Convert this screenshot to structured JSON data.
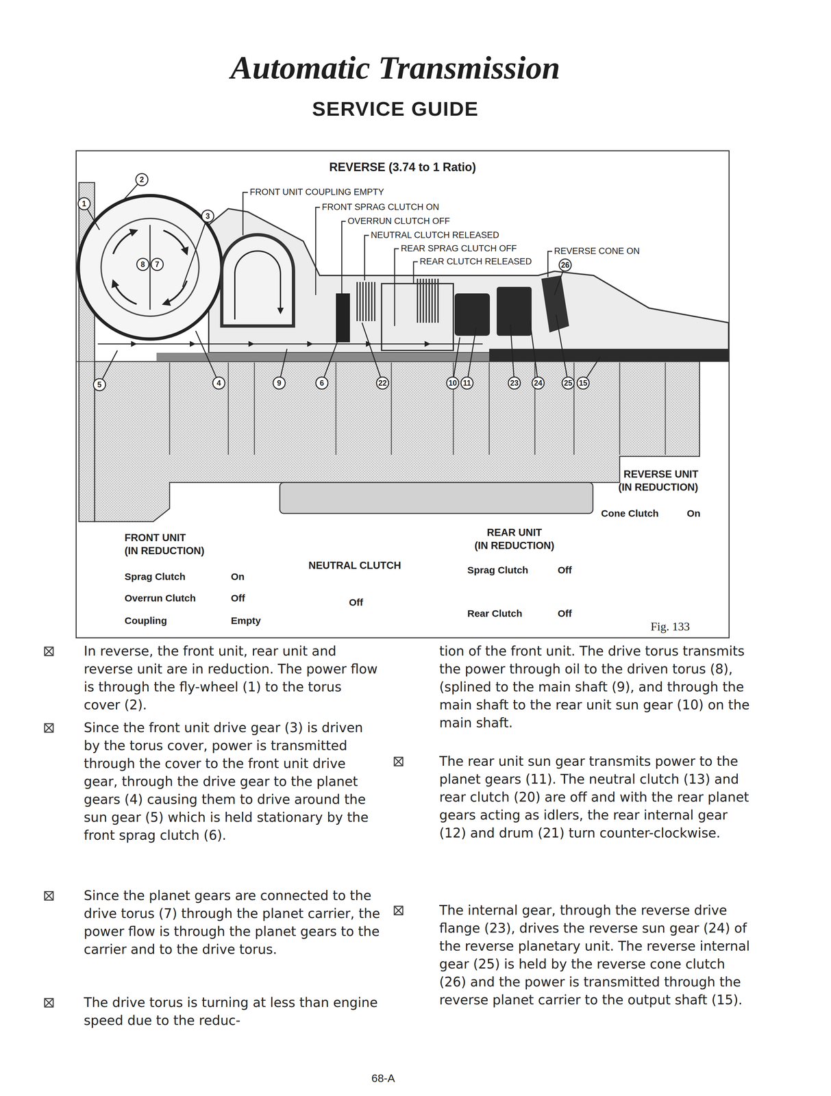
{
  "diagram": {
    "title": "Automatic Transmission",
    "caption": "Fig. 133",
    "nodes": [
      {
        "text": [
          "REVERSE (3.74 to 1 Ratio)"
        ]
      },
      {
        "text": [
          "2"
        ],
        "in": 0
      },
      {
        "text": [
          "1"
        ],
        "in": 0
      },
      {
        "text": [
          "3"
        ],
        "in": 0
      },
      {
        "text": [
          "8"
        ],
        "in": 0
      },
      {
        "text": [
          "7"
        ],
        "in": 0
      },
      {
        "text": [
          "26"
        ],
        "in": 0
      },
      {
        "text": [
          "5"
        ],
        "in": 0
      },
      {
        "text": [
          "4"
        ],
        "in": 0
      },
      {
        "text": [
          "9"
        ],
        "in": 0
      },
      {
        "text": [
          "6"
        ],
        "in": 0
      },
      {
        "text": [
          "22"
        ],
        "in": 0
      },
      {
        "text": [
          "10"
        ],
        "in": 0
      },
      {
        "text": [
          "11"
        ],
        "in": 0
      },
      {
        "text": [
          "23"
        ],
        "in": 0
      },
      {
        "text": [
          "24"
        ],
        "in": 0
      },
      {
        "text": [
          "25"
        ],
        "in": 0
      },
      {
        "text": [
          "15"
        ],
        "in": 0
      }
    ],
    "labels": [
      "SERVICE GUIDE",
      "FRONT UNIT COUPLING EMPTY",
      "FRONT SPRAG CLUTCH ON",
      "OVERRUN CLUTCH OFF",
      "NEUTRAL CLUTCH RELEASED",
      "REAR SPRAG CLUTCH OFF",
      "REAR CLUTCH RELEASED",
      "REVERSE CONE ON",
      "REVERSE UNIT",
      "(IN REDUCTION)",
      "Cone Clutch",
      "On",
      "FRONT UNIT",
      "(IN REDUCTION)",
      "Sprag Clutch",
      "On",
      "Overrun Clutch",
      "Off",
      "Coupling",
      "Empty",
      "NEUTRAL CLUTCH",
      "Off",
      "REAR UNIT",
      "(IN REDUCTION)",
      "Sprag Clutch",
      "Off",
      "Rear Clutch",
      "Off",
      "In reverse, the front unit, rear unit and reverse unit are in reduction. The power flow is through the fly-wheel (1) to the torus cover (2).",
      "Since the front unit drive gear (3) is driven by the torus cover, power is transmitted through the cover to the front unit drive gear, through the drive gear to the planet gears (4) causing them to drive around the sun gear (5) which is held stationary by the front sprag clutch (6).",
      "Since the planet gears are connected to the drive torus (7) through the planet carrier, the power flow is through the planet gears to the carrier and to the drive torus.",
      "The drive torus is turning at less than engine speed due to the reduc-",
      "tion of the front unit. The drive torus transmits the power through oil to the driven torus (8), (splined to the main shaft (9), and through the main shaft to the rear unit sun gear (10) on the main shaft.",
      "The rear unit sun gear transmits power to the planet gears (11). The neutral clutch (13) and rear clutch (20) are off and with the rear planet gears acting as idlers, the rear internal gear (12) and drum (21) turn counter-clockwise.",
      "The internal gear, through the reverse drive flange (23), drives the reverse sun gear (24) of the reverse planetary unit. The reverse internal gear (25) is held by the reverse cone clutch (26) and the power is transmitted through the reverse planet carrier to the output shaft (15).",
      "68-A"
    ]
  }
}
